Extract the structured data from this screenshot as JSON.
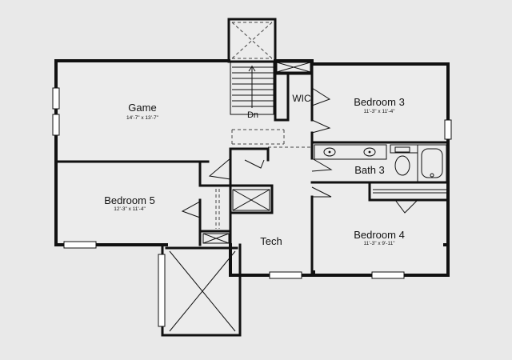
{
  "rooms": {
    "game": {
      "name": "Game",
      "dims": "14'-7\" x 13'-7\""
    },
    "bedroom3": {
      "name": "Bedroom 3",
      "dims": "11'-3\" x 11'-4\""
    },
    "wic": {
      "name": "WIC"
    },
    "bath3": {
      "name": "Bath 3"
    },
    "bedroom5": {
      "name": "Bedroom 5",
      "dims": "12'-3\" x 11'-4\""
    },
    "tech": {
      "name": "Tech"
    },
    "bedroom4": {
      "name": "Bedroom 4",
      "dims": "11'-3\" x 9'-11\""
    }
  },
  "stairs": {
    "label": "Dn"
  }
}
